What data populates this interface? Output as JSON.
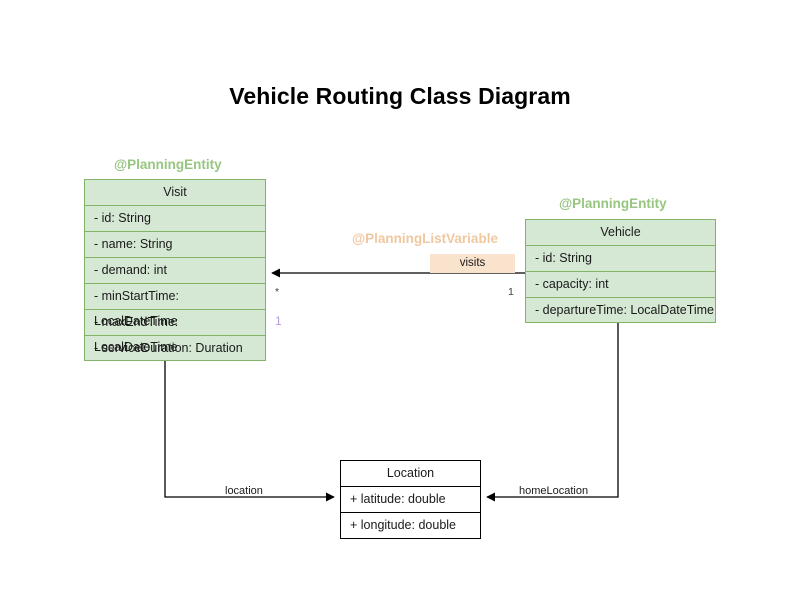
{
  "diagram": {
    "title": "Vehicle Routing Class Diagram",
    "colors": {
      "entity_fill": "#d5e8d4",
      "entity_border": "#82b366",
      "annotation_green": "#97c681",
      "annotation_orange": "#f0c8a0",
      "badge_fill": "#fae3cd",
      "plain_fill": "#ffffff",
      "plain_border": "#000000",
      "multiplicity_muted": "#b39ddb"
    },
    "classes": [
      {
        "id": "visit",
        "name": "Visit",
        "annotation": "@PlanningEntity",
        "attributes": [
          "- id: String",
          "- name: String",
          "- demand: int",
          "- minStartTime: LocalDateTime",
          "- maxEndTime: LocalDateTime",
          "- serviceDuration: Duration"
        ]
      },
      {
        "id": "vehicle",
        "name": "Vehicle",
        "annotation": "@PlanningEntity",
        "attributes": [
          "- id: String",
          "- capacity: int",
          "- departureTime: LocalDateTime"
        ]
      },
      {
        "id": "location",
        "name": "Location",
        "annotation": "",
        "attributes": [
          "+ latitude: double",
          "+ longitude: double"
        ]
      }
    ],
    "associations": [
      {
        "id": "vehicle-visits",
        "annotation": "@PlanningListVariable",
        "label": "visits",
        "source": "Vehicle",
        "target": "Visit",
        "source_multiplicity": "1",
        "target_multiplicity": "*",
        "extra_multiplicity": "1"
      },
      {
        "id": "visit-location",
        "label": "location",
        "source": "Visit",
        "target": "Location"
      },
      {
        "id": "vehicle-homelocation",
        "label": "homeLocation",
        "source": "Vehicle",
        "target": "Location"
      }
    ]
  }
}
